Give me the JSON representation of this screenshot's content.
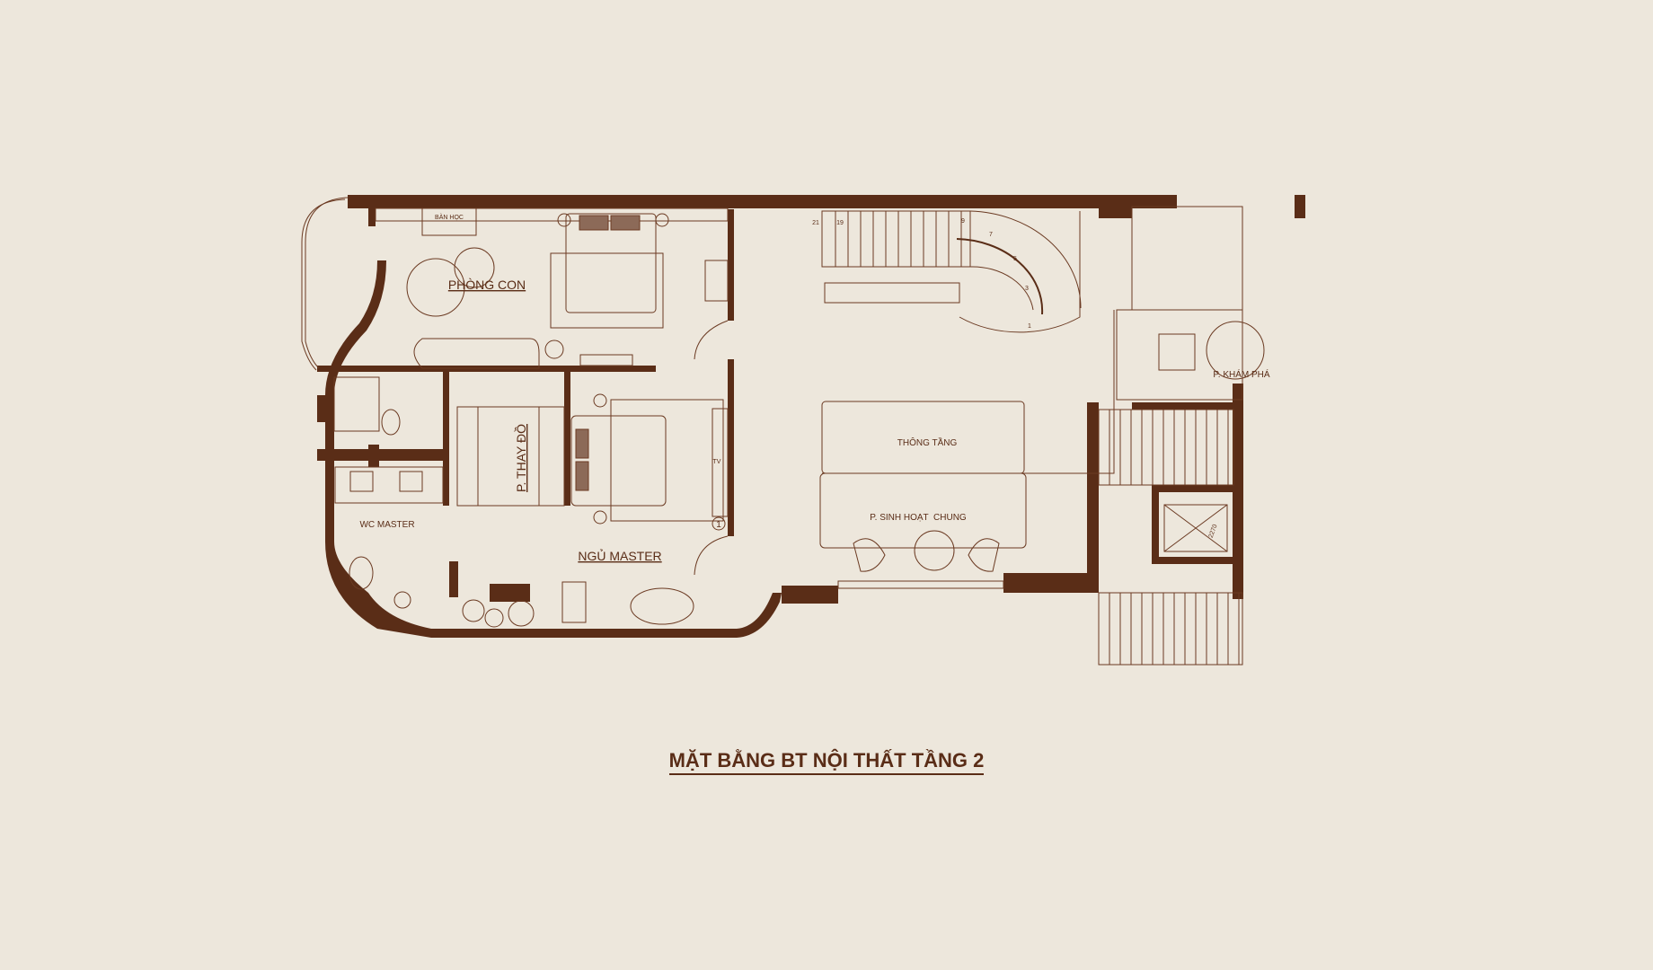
{
  "drawing": {
    "title": "MẶT BẰNG BT NỘI THẤT TẦNG 2",
    "rooms": {
      "phong_con": "PHÒNG CON",
      "ban_hoc": "BÀN HỌC",
      "thay_do": "P. THAY ĐỒ",
      "wc_master": "WC MASTER",
      "ngu_master": "NGỦ MASTER",
      "tv": "TV",
      "thong_tang": "THÔNG TẦNG",
      "sinh_hoat_chung": "P. SINH HOẠT  CHUNG",
      "kham_pha": "P. KHÁM PHÁ"
    },
    "stair_numbers": [
      "21",
      "19",
      "9",
      "7",
      "5",
      "3",
      "1"
    ],
    "marker": "1",
    "elevator_dim": "2270"
  },
  "colors": {
    "background": "#ede7dc",
    "wall": "#5a2d17"
  }
}
